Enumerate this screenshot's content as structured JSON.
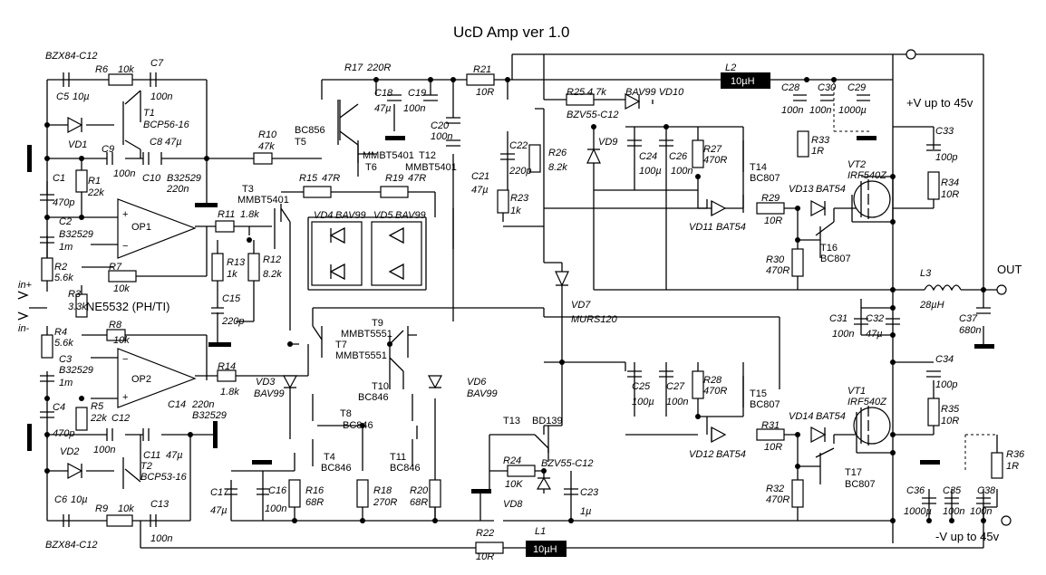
{
  "title": "UcD Amp ver 1.0",
  "labels": {
    "bzx_top": "BZX84-C12",
    "bzx_bot": "BZX84-C12",
    "r6": "R6",
    "r6v": "10k",
    "c7": "C7",
    "c7v": "100n",
    "c5": "C5",
    "c5v": "10µ",
    "t1": "T1",
    "t1p": "BCP56-16",
    "vd1": "VD1",
    "c9": "C9",
    "c9v": "100n",
    "c8": "C8",
    "c8v": "47µ",
    "c10": "C10",
    "c10v": "B32529",
    "c10v2": "220n",
    "r1": "R1",
    "r1v": "22k",
    "c1": "C1",
    "c1v": "470p",
    "c2": "C2",
    "c2v": "B32529",
    "c2v2": "1m",
    "r2": "R2",
    "r2v": "5.6k",
    "r3": "R3",
    "r3v": "3.3k",
    "r4": "R4",
    "r4v": "5.6k",
    "c3": "C3",
    "c3v": "B32529",
    "c3v2": "1m",
    "c4": "C4",
    "c4v": "470p",
    "r5": "R5",
    "r5v": "22k",
    "c12": "C12",
    "c12v": "100n",
    "c11": "C11",
    "c11v": "47µ",
    "t2": "T2",
    "t2p": "BCP53-16",
    "vd2": "VD2",
    "c6": "C6",
    "c6v": "10µ",
    "r9": "R9",
    "r9v": "10k",
    "c13": "C13",
    "c13v": "100n",
    "c14": "C14",
    "c14v": "220n",
    "c14v2": "B32529",
    "in_plus": "in+",
    "in_minus": "in-",
    "op1": "OP1",
    "op2": "OP2",
    "ne5532": "NE5532 (PH/TI)",
    "r7": "R7",
    "r7v": "10k",
    "r8": "R8",
    "r8v": "10k",
    "r11": "R11",
    "r11v": "1.8k",
    "r13": "R13",
    "r13v": "1k",
    "r12": "R12",
    "r12v": "8.2k",
    "c15": "C15",
    "c15v": "220p",
    "r14": "R14",
    "r14v": "1.8k",
    "r10": "R10",
    "r10v": "47k",
    "bc856": "BC856",
    "t5": "T5",
    "r17": "R17",
    "r17v": "220R",
    "c18": "C18",
    "c18v": "47µ",
    "c19": "C19",
    "c19v": "100n",
    "r21": "R21",
    "r21v": "10R",
    "c20": "C20",
    "c20v": "100n",
    "c21": "C21",
    "c21v": "47µ",
    "c22": "C22",
    "c22v": "220p",
    "r26": "R26",
    "r26v": "8.2k",
    "r23": "R23",
    "r23v": "1k",
    "t6p": "MMBT5401",
    "t6": "T6",
    "t12": "T12",
    "t12p": "MMBT5401",
    "t3": "T3",
    "t3p": "MMBT5401",
    "r15": "R15",
    "r15v": "47R",
    "r19": "R19",
    "r19v": "47R",
    "vd4": "VD4",
    "vd4p": "BAV99",
    "vd5": "VD5",
    "vd5p": "BAV99",
    "t9": "T9",
    "t9p": "MMBT5551",
    "t7": "T7",
    "t7p": "MMBT5551",
    "vd3": "VD3",
    "vd3p": "BAV99",
    "t8": "T8",
    "t8p": "BC846",
    "t10": "T10",
    "t10p": "BC846",
    "vd6": "VD6",
    "vd6p": "BAV99",
    "t4": "T4",
    "t4p": "BC846",
    "t11": "T11",
    "t11p": "BC846",
    "c17": "C17",
    "c17v": "47µ",
    "c16": "C16",
    "c16v": "100n",
    "r16": "R16",
    "r16v": "68R",
    "r18": "R18",
    "r18v": "270R",
    "r20": "R20",
    "r20v": "68R",
    "r22": "R22",
    "r22v": "10R",
    "l2": "L2",
    "l2v": "10µH",
    "l1": "L1",
    "l1v": "10µH",
    "r25": "R25",
    "r25v": "4.7k",
    "bav99vd10": "BAV99 VD10",
    "bzv55_top": "BZV55-C12",
    "vd9": "VD9",
    "c24": "C24",
    "c24v": "100µ",
    "c26": "C26",
    "c26v": "100n",
    "r27": "R27",
    "r27v": "470R",
    "t14": "T14",
    "t14p": "BC807",
    "vd11": "VD11",
    "bat54_11": "BAT54",
    "r29": "R29",
    "r29v": "10R",
    "vd13": "VD13",
    "bat54_13": "BAT54",
    "r30": "R30",
    "r30v": "470R",
    "t16": "T16",
    "t16p": "BC807",
    "vd7": "VD7",
    "murs120": "MURS120",
    "c28": "C28",
    "c28v": "100n",
    "c30": "C30",
    "c30v": "100n",
    "c29": "C29",
    "c29v": "1000µ",
    "r33": "R33",
    "r33v": "1R",
    "vplus": "+V up to 45v",
    "c33": "C33",
    "c33v": "100p",
    "vt2": "VT2",
    "vt2p": "IRF540Z",
    "r34": "R34",
    "r34v": "10R",
    "l3": "L3",
    "l3v": "28µH",
    "out": "OUT",
    "c37": "C37",
    "c37v": "680n",
    "c31": "C31",
    "c31v": "100n",
    "c32": "C32",
    "c32v": "47µ",
    "c34": "C34",
    "c34v": "100p",
    "r35": "R35",
    "r35v": "10R",
    "vt1": "VT1",
    "vt1p": "IRF540Z",
    "c25": "C25",
    "c25v": "100µ",
    "c27": "C27",
    "c27v": "100n",
    "r28": "R28",
    "r28v": "470R",
    "t15": "T15",
    "t15p": "BC807",
    "vd12": "VD12",
    "bat54_12": "BAT54",
    "r31": "R31",
    "r31v": "10R",
    "vd14": "VD14",
    "bat54_14": "BAT54",
    "r32": "R32",
    "r32v": "470R",
    "t17": "T17",
    "t17p": "BC807",
    "t13": "T13",
    "bd139": "BD139",
    "r24": "R24",
    "r24v": "10K",
    "bzv55_bot": "BZV55-C12",
    "vd8": "VD8",
    "c23": "C23",
    "c23v": "1µ",
    "c36": "C36",
    "c36v": "1000µ",
    "c35": "C35",
    "c35v": "100n",
    "c38": "C38",
    "c38v": "100n",
    "r36": "R36",
    "r36v": "1R",
    "vminus": "-V up to 45v"
  },
  "polarity": {
    "plus": "+",
    "minus": "−"
  }
}
